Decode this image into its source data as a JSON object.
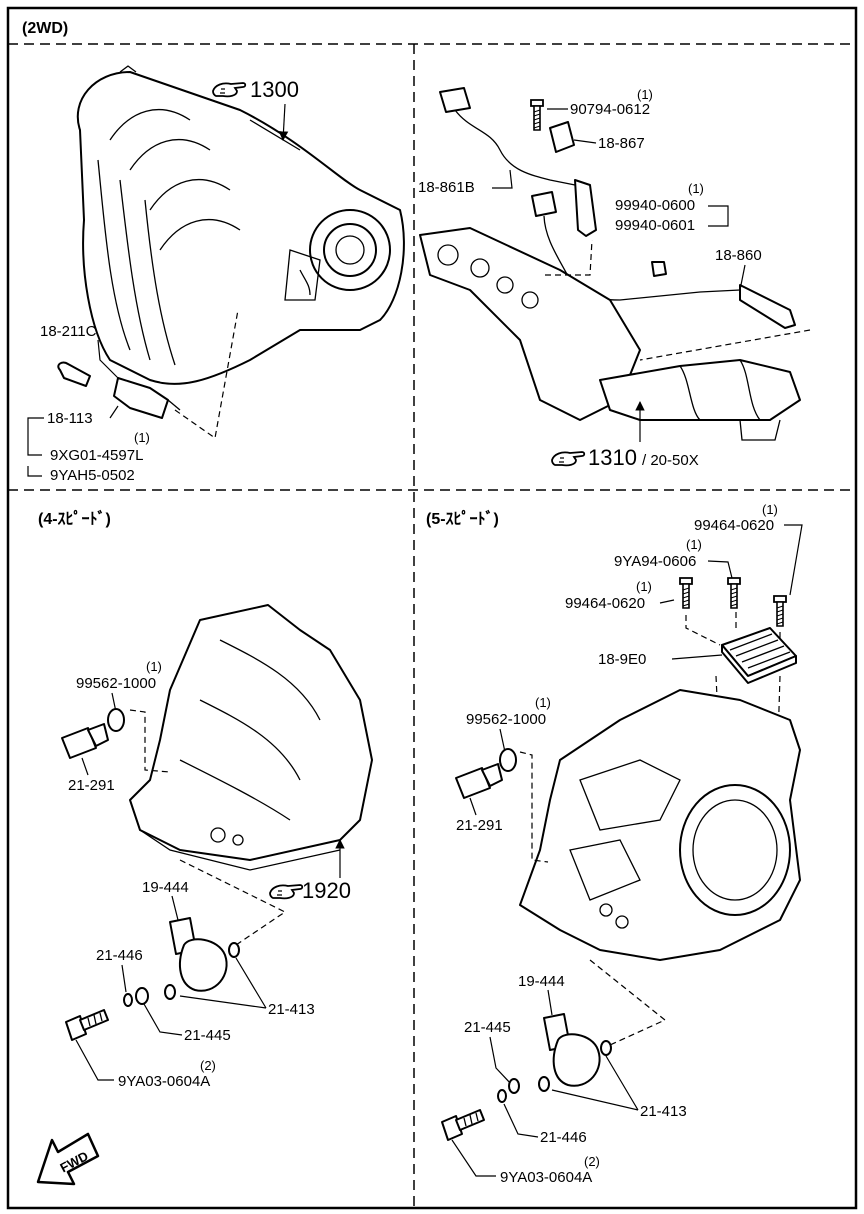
{
  "header": {
    "section_2wd": "(2WD)"
  },
  "sections": {
    "four_speed": "(4-ｽﾋﾟｰﾄﾞ)",
    "five_speed": "(5-ｽﾋﾟｰﾄﾞ)"
  },
  "intake": {
    "ref_1300": "1300",
    "p_18_211c": "18-211C",
    "p_18_113": "18-113",
    "q1": "(1)",
    "p_9xg01": "9XG01-4597L",
    "p_9yah5": "9YAH5-0502"
  },
  "exhaust": {
    "q_top": "(1)",
    "p_90794": "90794-0612",
    "p_18_867": "18-867",
    "p_18_861b": "18-861B",
    "q_mid": "(1)",
    "p_99940_0600": "99940-0600",
    "p_99940_0601": "99940-0601",
    "p_18_860": "18-860",
    "ref_1310": "1310",
    "ref_1310_sub": "/ 20-50X"
  },
  "four_speed": {
    "q1": "(1)",
    "p_99562": "99562-1000",
    "p_21_291": "21-291",
    "ref_1920": "1920",
    "p_19_444": "19-444",
    "p_21_446": "21-446",
    "p_21_413": "21-413",
    "p_21_445": "21-445",
    "q2": "(2)",
    "p_9ya03": "9YA03-0604A"
  },
  "five_speed": {
    "q_a": "(1)",
    "p_99464_a": "99464-0620",
    "q_b": "(1)",
    "p_9ya94": "9YA94-0606",
    "q_c": "(1)",
    "p_99464_b": "99464-0620",
    "p_18_9e0": "18-9E0",
    "q_d": "(1)",
    "p_99562": "99562-1000",
    "p_21_291": "21-291",
    "p_19_444": "19-444",
    "p_21_445": "21-445",
    "p_21_413": "21-413",
    "p_21_446": "21-446",
    "q2": "(2)",
    "p_9ya03": "9YA03-0604A"
  },
  "fwd_label": "FWD",
  "icons": [
    "hand-pointer-icon",
    "fwd-arrow-icon"
  ]
}
